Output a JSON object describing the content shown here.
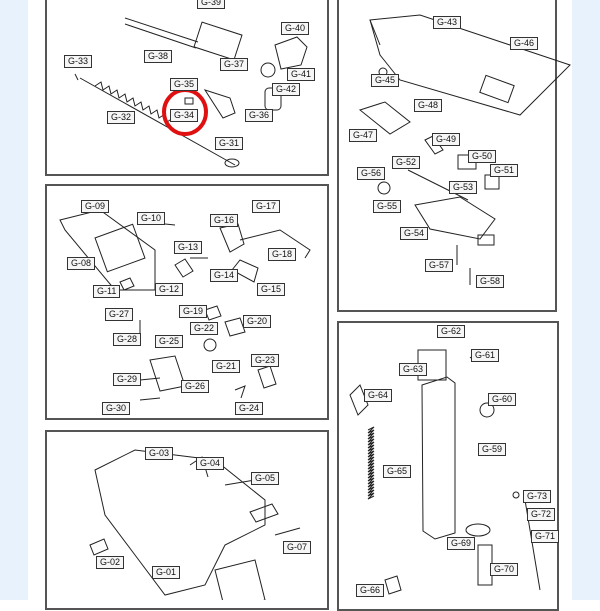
{
  "colors": {
    "page_border": "#cfe3f7",
    "highlight_ring": "#e01010",
    "line": "#222222"
  },
  "labels": [
    "G-01",
    "G-02",
    "G-03",
    "G-04",
    "G-05",
    "G-07",
    "G-08",
    "G-09",
    "G-10",
    "G-11",
    "G-12",
    "G-13",
    "G-14",
    "G-15",
    "G-16",
    "G-17",
    "G-18",
    "G-19",
    "G-20",
    "G-21",
    "G-22",
    "G-23",
    "G-24",
    "G-25",
    "G-26",
    "G-27",
    "G-28",
    "G-29",
    "G-30",
    "G-31",
    "G-32",
    "G-33",
    "G-34",
    "G-35",
    "G-36",
    "G-37",
    "G-38",
    "G-39",
    "G-40",
    "G-41",
    "G-42",
    "G-43",
    "G-45",
    "G-46",
    "G-47",
    "G-48",
    "G-49",
    "G-50",
    "G-51",
    "G-52",
    "G-53",
    "G-54",
    "G-55",
    "G-56",
    "G-57",
    "G-58",
    "G-59",
    "G-60",
    "G-61",
    "G-62",
    "G-63",
    "G-64",
    "G-65",
    "G-66",
    "G-69",
    "G-70",
    "G-71",
    "G-72",
    "G-73"
  ],
  "highlighted_label": "G-34"
}
